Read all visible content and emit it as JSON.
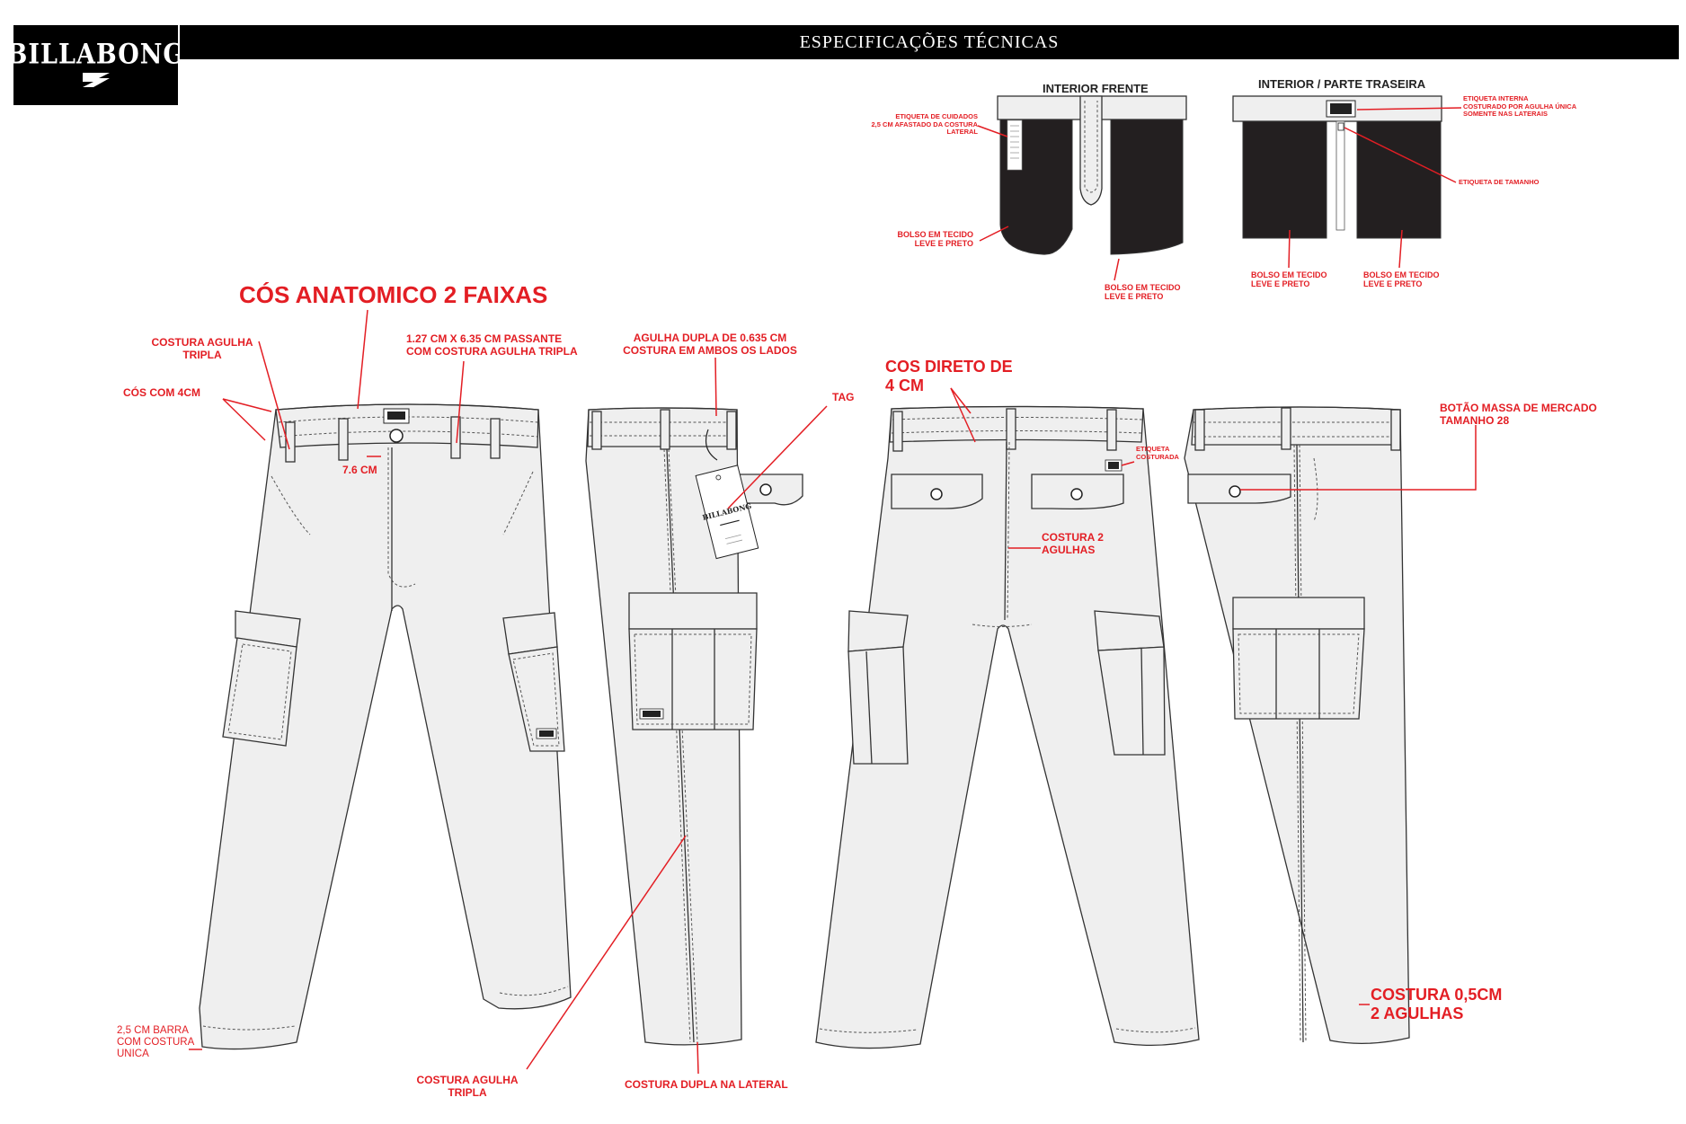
{
  "brand": {
    "logo_text": "BILLABONG"
  },
  "header": {
    "title": "ESPECIFICAÇÕES TÉCNICAS"
  },
  "colors": {
    "annotation": "#e31e24",
    "garment": "#efefef",
    "pocket_fabric": "#231f20",
    "outline": "#333333"
  },
  "interior": {
    "front_title": "INTERIOR FRENTE",
    "back_title": "INTERIOR / PARTE TRASEIRA",
    "care_label": "ETIQUETA DE CUIDADOS\n2,5 CM AFASTADO DA COSTURA\nLATERAL",
    "front_pocket_left": "BOLSO EM TECIDO\nLEVE E PRETO",
    "front_pocket_right": "BOLSO EM TECIDO\nLEVE E PRETO",
    "inner_label": "ETIQUETA INTERNA\nCOSTURADO POR AGULHA ÚNICA\nSOMENTE NAS LATERAIS",
    "size_label": "ETIQUETA DE TAMANHO",
    "back_pocket_left": "BOLSO EM TECIDO\nLEVE E PRETO",
    "back_pocket_right": "BOLSO EM TECIDO\nLEVE E PRETO"
  },
  "annotations": {
    "waistband_title": "CÓS ANATOMICO 2 FAIXAS",
    "triple_needle_top": "COSTURA AGULHA\nTRIPLA",
    "waist_4cm": "CÓS COM 4CM",
    "belt_loop": "1.27 CM  X  6.35 CM PASSANTE\nCOM COSTURA AGULHA TRIPLA",
    "fly_width": "7.6 CM",
    "hem": "2,5 CM BARRA\nCOM COSTURA\nUNICA",
    "double_needle": "AGULHA DUPLA DE 0.635 CM\nCOSTURA EM AMBOS OS LADOS",
    "tag": "TAG",
    "triple_needle_bottom": "COSTURA AGULHA\nTRIPLA",
    "side_seam": "COSTURA DUPLA NA LATERAL",
    "straight_waist": "COS DIRETO DE\n4 CM",
    "sewn_label": "ETIQUETA\nCOSTURADA",
    "two_needle_seam": "COSTURA 2\nAGULHAS",
    "button": "BOTÃO MASSA DE MERCADO\nTAMANHO 28",
    "hem_stitch": "COSTURA 0,5CM\n2 AGULHAS"
  },
  "hang_tag": {
    "text": "BILLABONG"
  }
}
